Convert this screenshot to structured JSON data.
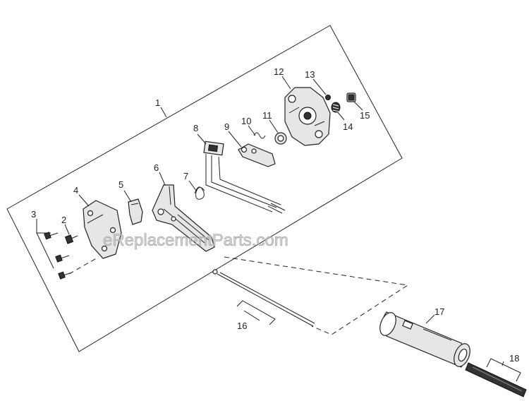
{
  "watermark": "eReplacementParts.com",
  "callouts": {
    "c1": "1",
    "c2": "2",
    "c3": "3",
    "c4": "4",
    "c5": "5",
    "c6": "6",
    "c7": "7",
    "c8": "8",
    "c9": "9",
    "c10": "10",
    "c11": "11",
    "c12": "12",
    "c13": "13",
    "c14": "14",
    "c15": "15",
    "c16": "16",
    "c17": "17",
    "c18": "18"
  },
  "colors": {
    "line": "#222222",
    "part_fill": "#e6e6e6",
    "watermark": "#c8c8c8"
  }
}
